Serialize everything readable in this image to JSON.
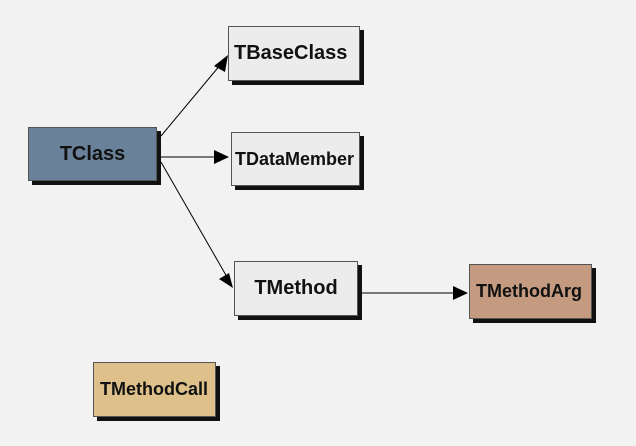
{
  "diagram": {
    "nodes": [
      {
        "id": "tclass",
        "label": "TClass",
        "color": "#6a8299"
      },
      {
        "id": "tbaseclass",
        "label": "TBaseClass",
        "color": "#ececec"
      },
      {
        "id": "tdatamember",
        "label": "TDataMember",
        "color": "#ececec"
      },
      {
        "id": "tmethod",
        "label": "TMethod",
        "color": "#ececec"
      },
      {
        "id": "tmethodarg",
        "label": "TMethodArg",
        "color": "#c49a80"
      },
      {
        "id": "tmethodcall",
        "label": "TMethodCall",
        "color": "#ddc08a"
      }
    ],
    "edges": [
      {
        "from": "tclass",
        "to": "tbaseclass"
      },
      {
        "from": "tclass",
        "to": "tdatamember"
      },
      {
        "from": "tclass",
        "to": "tmethod"
      },
      {
        "from": "tmethod",
        "to": "tmethodarg"
      }
    ]
  }
}
